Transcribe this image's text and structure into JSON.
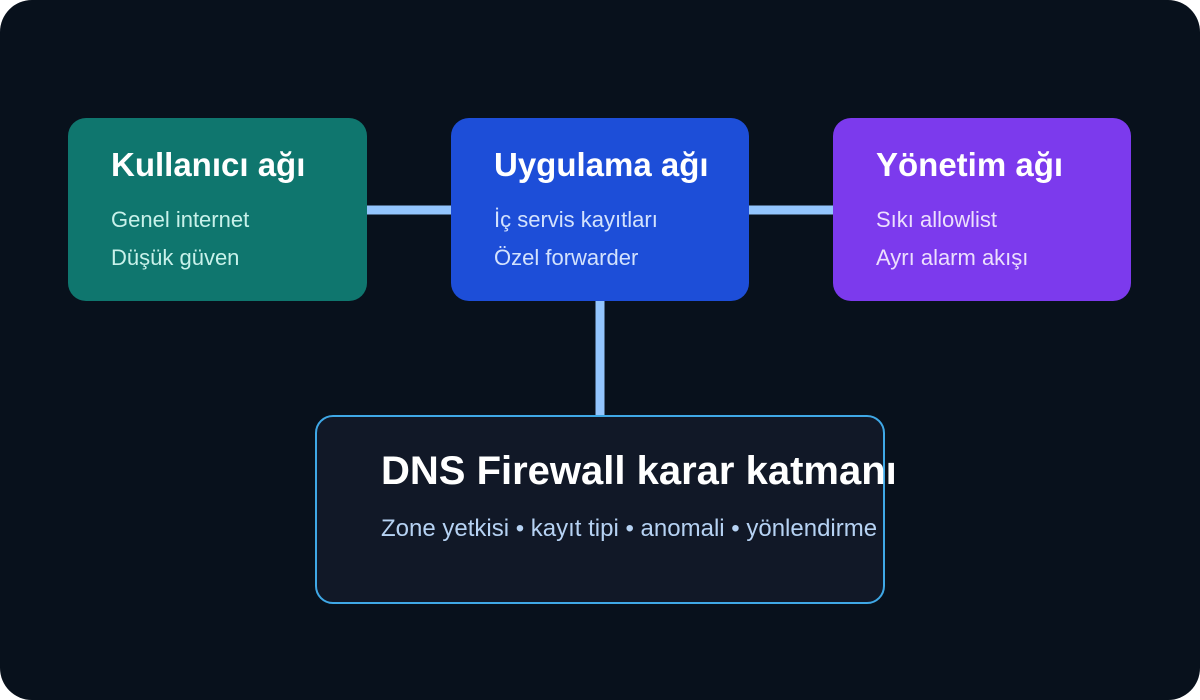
{
  "nodes": {
    "kullanici": {
      "title": "Kullanıcı ağı",
      "lines": [
        "Genel internet",
        "Düşük güven"
      ]
    },
    "uygulama": {
      "title": "Uygulama ağı",
      "lines": [
        "İç servis kayıtları",
        "Özel forwarder"
      ]
    },
    "yonetim": {
      "title": "Yönetim ağı",
      "lines": [
        "Sıkı allowlist",
        "Ayrı alarm akışı"
      ]
    },
    "dns": {
      "title": "DNS Firewall karar katmanı",
      "subtitle": "Zone yetkisi • kayıt tipi • anomali • yönlendirme"
    }
  },
  "colors": {
    "background": "#08111c",
    "kullanici_fill": "#0f766e",
    "uygulama_fill": "#1d4ed8",
    "yonetim_fill": "#7c3aed",
    "dns_fill": "#111827",
    "dns_border": "#3fa8e6",
    "connector": "#93c5fd"
  }
}
